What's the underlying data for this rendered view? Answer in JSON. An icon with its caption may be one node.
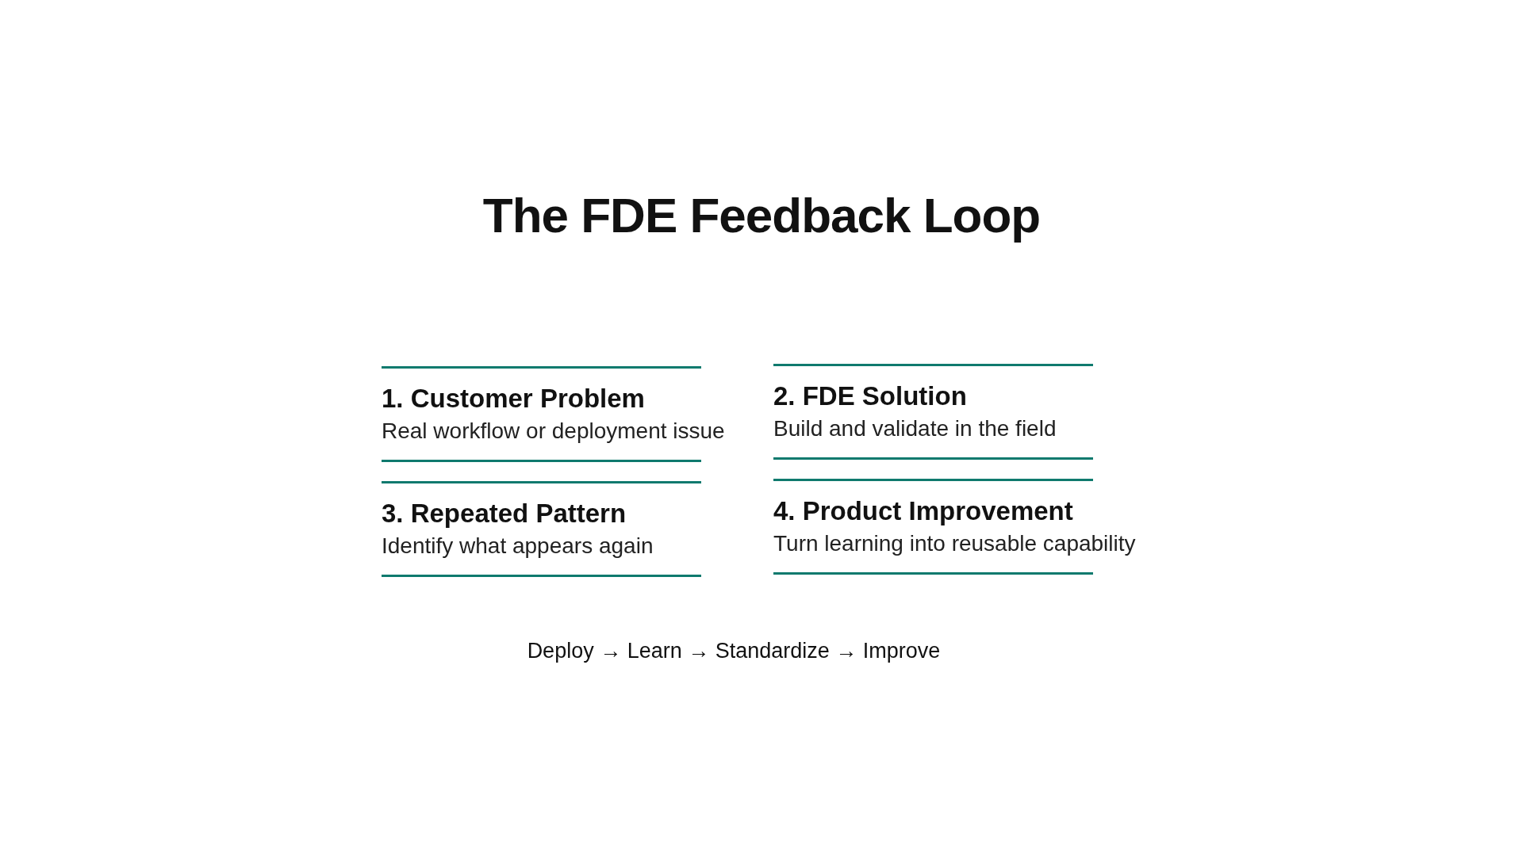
{
  "diagram": {
    "title": "The FDE Feedback Loop",
    "nodes": [
      {
        "text": [
          "1. Customer Problem",
          "Real workflow or deployment issue"
        ]
      },
      {
        "text": [
          "2. FDE Solution",
          "Build and validate in the field"
        ]
      },
      {
        "text": [
          "3. Repeated Pattern",
          "Identify what appears again"
        ]
      },
      {
        "text": [
          "4. Product Improvement",
          "Turn learning into reusable capability"
        ]
      }
    ],
    "labels": [
      "Deploy → Learn → Standardize → Improve"
    ]
  }
}
